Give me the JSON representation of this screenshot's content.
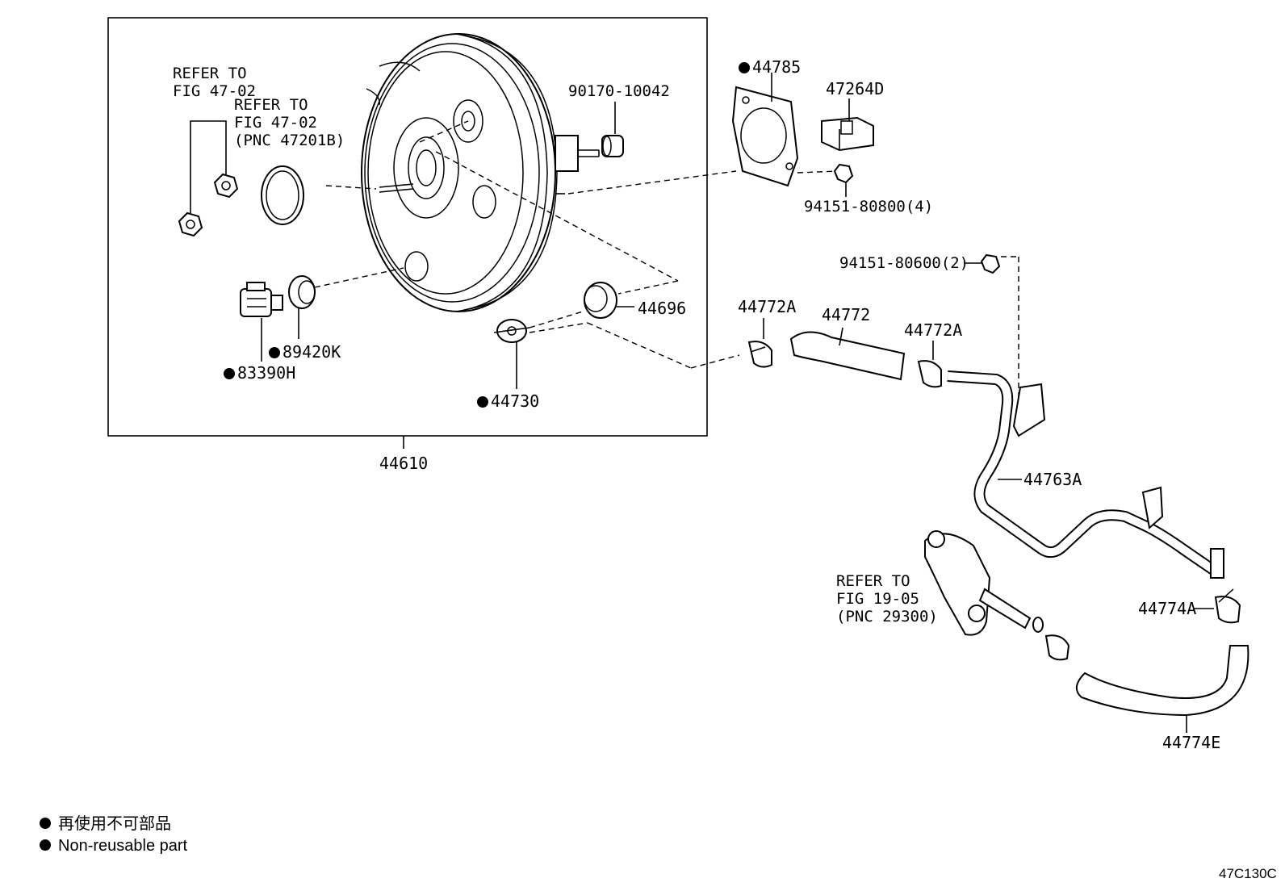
{
  "callouts": {
    "p44610": "44610",
    "p90170": "90170-10042",
    "p44785": "44785",
    "p47264d": "47264D",
    "p94151_8": "94151-80800(4)",
    "p94151_6": "94151-80600(2)",
    "p44696": "44696",
    "p89420k": "89420K",
    "p83390h": "83390H",
    "p44730": "44730",
    "p44772a_1": "44772A",
    "p44772": "44772",
    "p44772a_2": "44772A",
    "p44763a": "44763A",
    "p44774a": "44774A",
    "p44774e": "44774E"
  },
  "refs": {
    "ref1": [
      "REFER TO",
      "FIG 47-02"
    ],
    "ref2": [
      "REFER TO",
      "FIG 47-02",
      "(PNC 47201B)"
    ],
    "ref3": [
      "REFER TO",
      "FIG 19-05",
      "(PNC 29300)"
    ]
  },
  "legend": {
    "jp": "再使用不可部品",
    "en": "Non-reusable part"
  },
  "figure_code": "47C130C"
}
